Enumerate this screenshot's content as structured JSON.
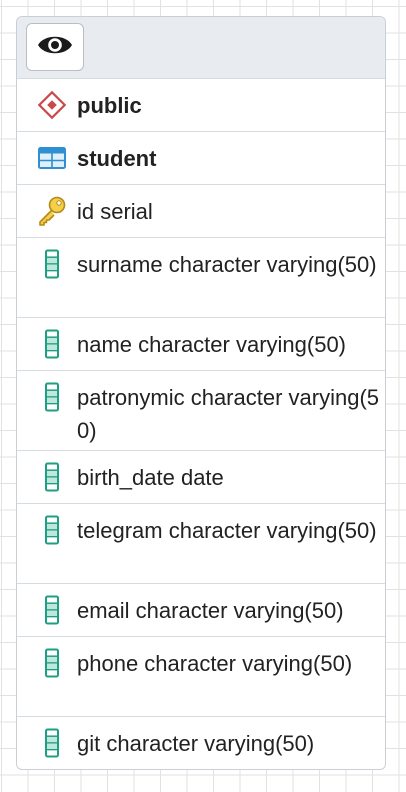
{
  "toolbar": {
    "toggle_icon": "eye-icon"
  },
  "schema": {
    "icon": "schema-diamond-icon",
    "label": "public"
  },
  "table": {
    "icon": "table-icon",
    "label": "student"
  },
  "primary_key": {
    "icon": "key-icon",
    "label": "id serial"
  },
  "columns": [
    {
      "label": "surname character varying(50)"
    },
    {
      "label": "name character varying(50)"
    },
    {
      "label": "patronymic character varying(50)"
    },
    {
      "label": "birth_date date"
    },
    {
      "label": "telegram character varying(50)"
    },
    {
      "label": "email character varying(50)"
    },
    {
      "label": "phone character varying(50)"
    },
    {
      "label": "git character varying(50)"
    }
  ],
  "colors": {
    "schema_icon": "#c94a4a",
    "table_icon": "#2f8fd0",
    "key_icon": "#e0b32a",
    "column_icon": "#1e9e82",
    "grid": "#e2e2e2",
    "border": "#d6dbe1"
  }
}
